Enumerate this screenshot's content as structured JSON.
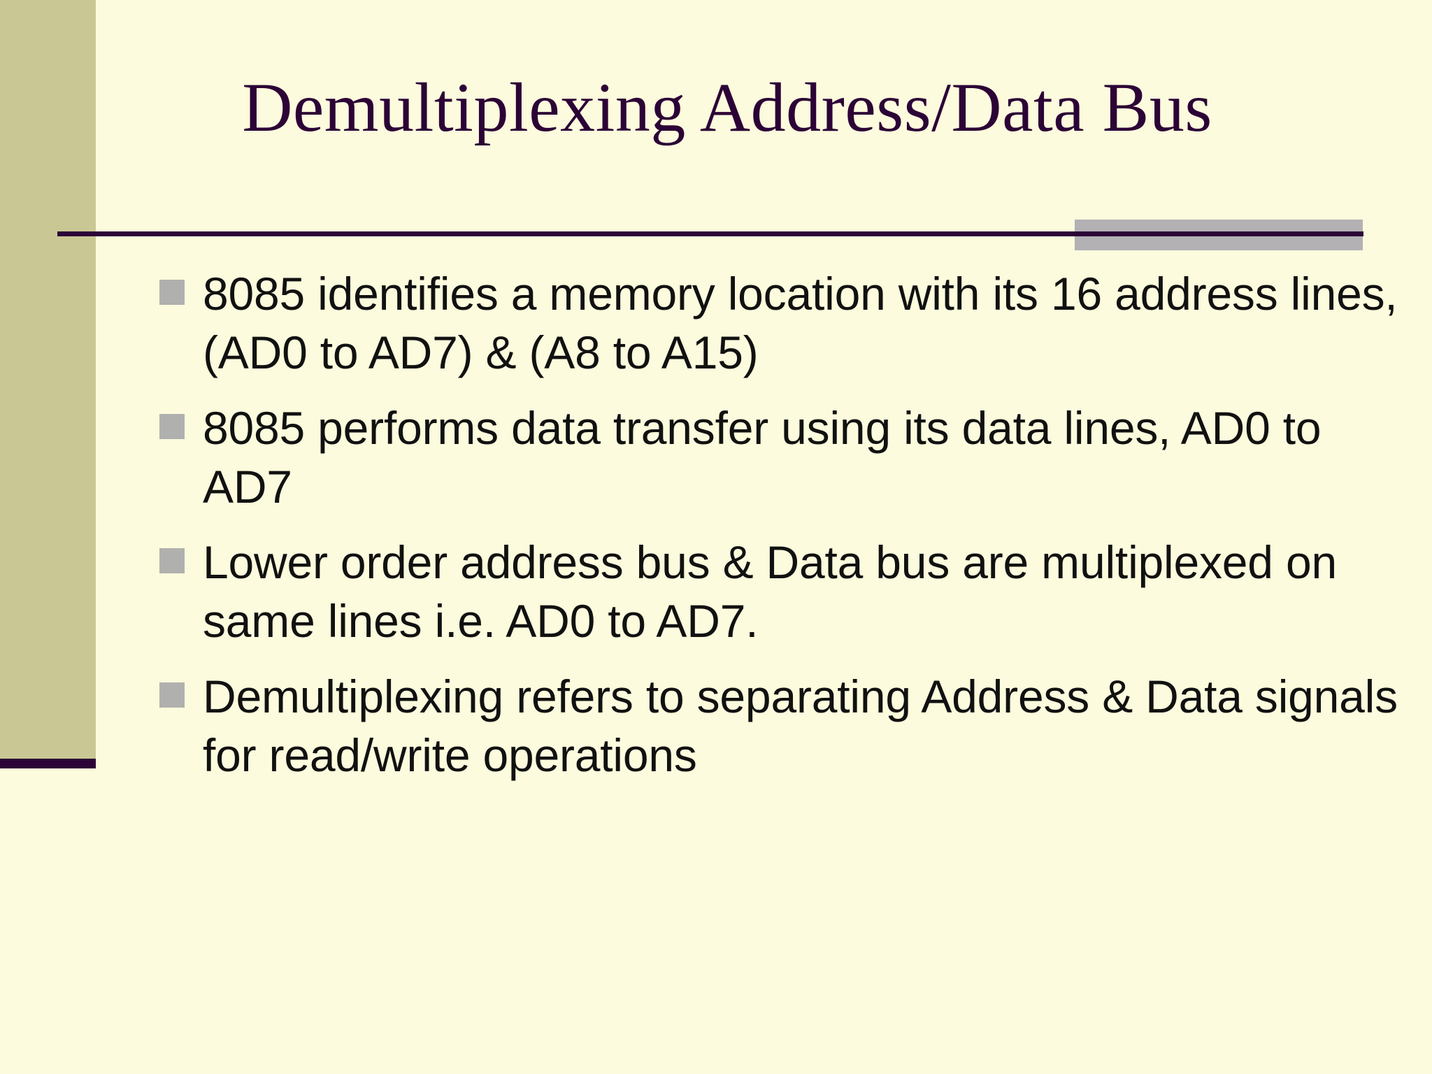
{
  "slide": {
    "title": "Demultiplexing Address/Data Bus",
    "bullets": [
      {
        "text": "8085 identifies a memory location with its 16 address lines, (AD0 to AD7) & (A8 to A15)"
      },
      {
        "text": "8085 performs data transfer using its data lines, AD0 to AD7"
      },
      {
        "text": "Lower order address bus & Data bus are multiplexed on same lines i.e. AD0 to AD7."
      },
      {
        "text": "Demultiplexing refers to separating Address & Data signals for read/write operations"
      }
    ]
  },
  "theme": {
    "background": "#fcfbdd",
    "band": "#c9c894",
    "band_foot": "#2c0336",
    "title_color": "#2c0336",
    "rule_color": "#2c0336",
    "accent_bar_color": "#b3b1b4",
    "bullet_marker_color": "#b0b0ae",
    "body_text_color": "#111111"
  }
}
